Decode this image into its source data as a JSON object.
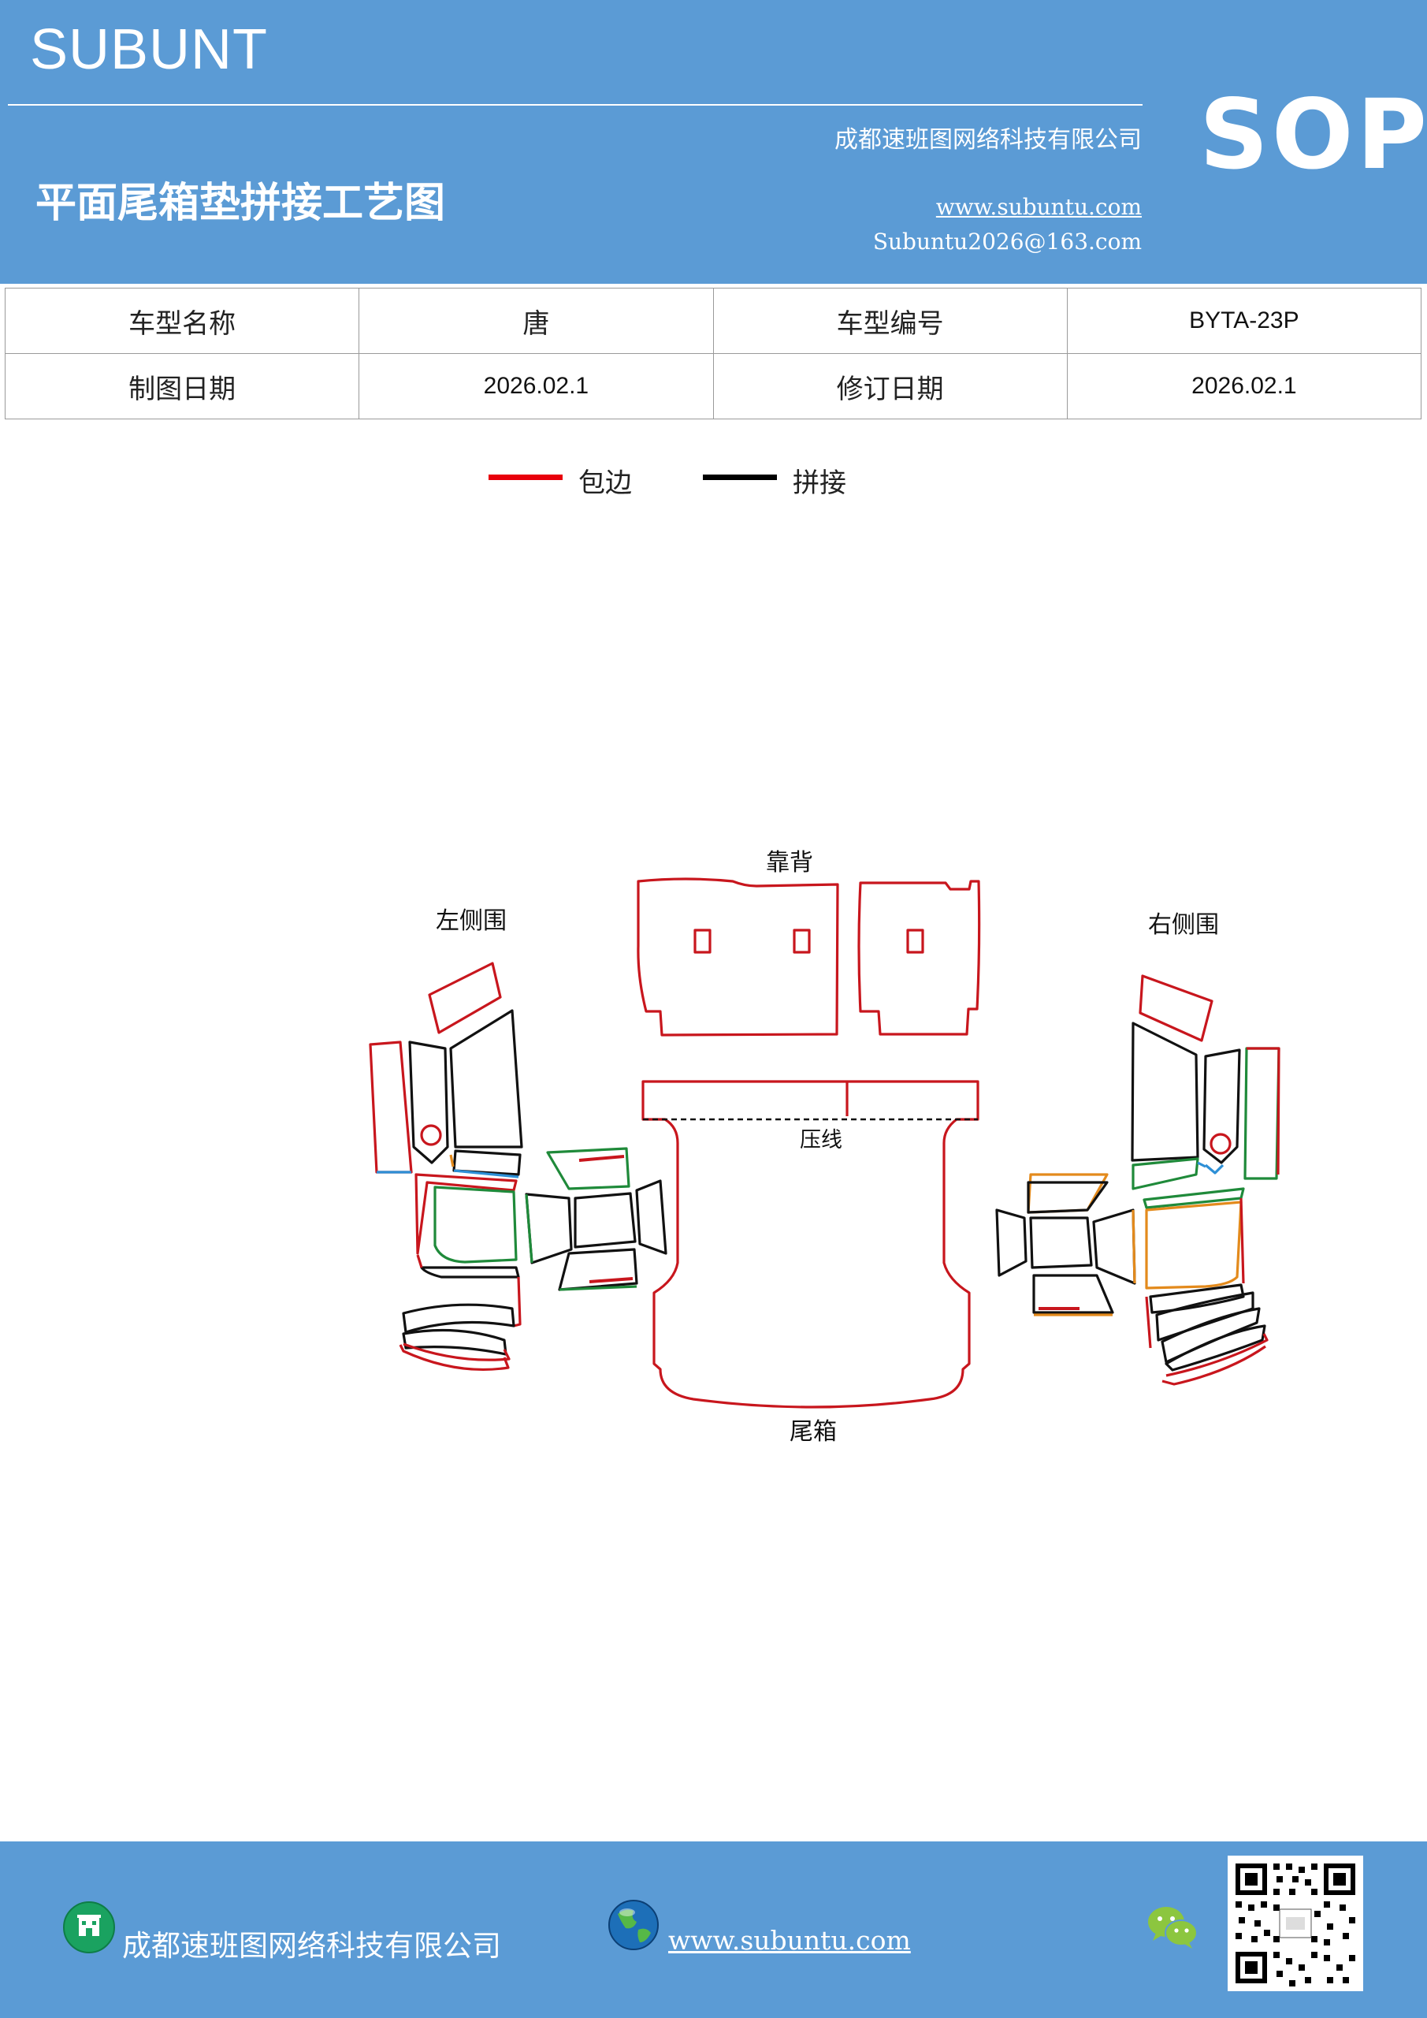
{
  "header": {
    "brand": "SUBUNT",
    "company": "成都速班图网络科技有限公司",
    "badge": "SOP",
    "title": "平面尾箱垫拼接工艺图",
    "website": "www.subuntu.com",
    "email": "Subuntu2026@163.com"
  },
  "info_table": {
    "rows": [
      {
        "label1": "车型名称",
        "value1": "唐",
        "label2": "车型编号",
        "value2": "BYTA-23P"
      },
      {
        "label1": "制图日期",
        "value1": "2026.02.1",
        "label2": "修订日期",
        "value2": "2026.02.1"
      }
    ]
  },
  "legend": [
    {
      "label": "包边",
      "color": "#e8000b"
    },
    {
      "label": "拼接",
      "color": "#000000"
    }
  ],
  "diagram": {
    "labels": {
      "backrest": "靠背",
      "left_side": "左侧围",
      "right_side": "右侧围",
      "crease": "压线",
      "trunk": "尾箱"
    },
    "colors": {
      "edge": "#c8161d",
      "seam": "#111111",
      "green": "#1f8a3a",
      "orange": "#e38a1c",
      "blue": "#2d8fd6"
    }
  },
  "footer": {
    "company": "成都速班图网络科技有限公司",
    "website": "www.subuntu.com",
    "icons": [
      "building-icon",
      "globe-icon",
      "wechat-icon",
      "qr-code"
    ]
  }
}
